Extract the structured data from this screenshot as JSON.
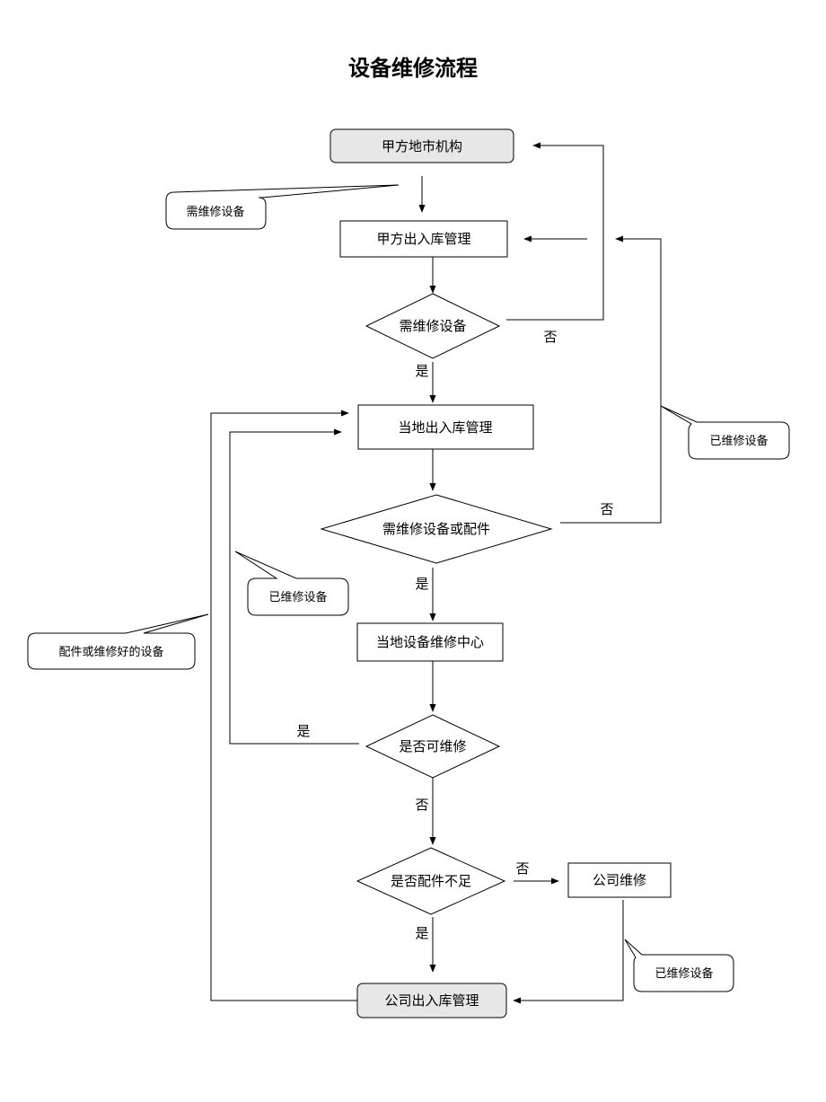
{
  "title": "设备维修流程",
  "nodes": {
    "party_a_city": "甲方地市机构",
    "party_a_stock": "甲方出入库管理",
    "need_repair_1": "需维修设备",
    "local_stock": "当地出入库管理",
    "need_repair_or_parts": "需维修设备或配件",
    "local_repair_center": "当地设备维修中心",
    "repairable": "是否可维修",
    "parts_short": "是否配件不足",
    "company_repair": "公司维修",
    "company_stock": "公司出入库管理"
  },
  "callouts": {
    "need_repair_device": "需维修设备",
    "repaired_right": "已维修设备",
    "repaired_left": "已维修设备",
    "parts_or_repaired": "配件或维修好的设备",
    "repaired_bottom": "已维修设备"
  },
  "edge_labels": {
    "no_1": "否",
    "yes_1": "是",
    "no_2": "否",
    "yes_2": "是",
    "yes_3": "是",
    "no_3": "否",
    "no_4": "否",
    "yes_4": "是"
  },
  "colors": {
    "shaded_fill": "#e7e7e7",
    "line": "#000000"
  }
}
